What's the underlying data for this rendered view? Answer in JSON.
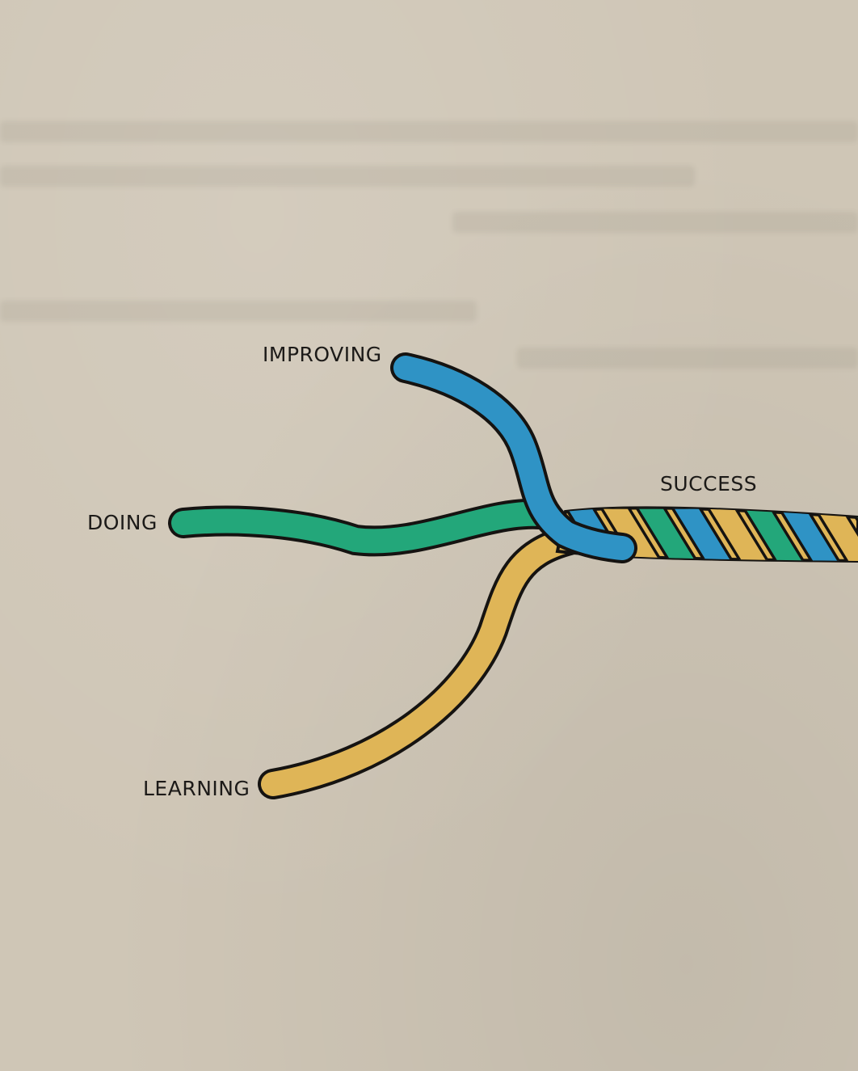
{
  "labels": {
    "improving": "IMPROVING",
    "doing": "DOING",
    "learning": "LEARNING",
    "success": "SUCCESS"
  },
  "colors": {
    "background": "#cfc6b6",
    "improving": "#2f93c5",
    "doing": "#23a77a",
    "learning": "#dfb557",
    "outline": "#151311"
  }
}
